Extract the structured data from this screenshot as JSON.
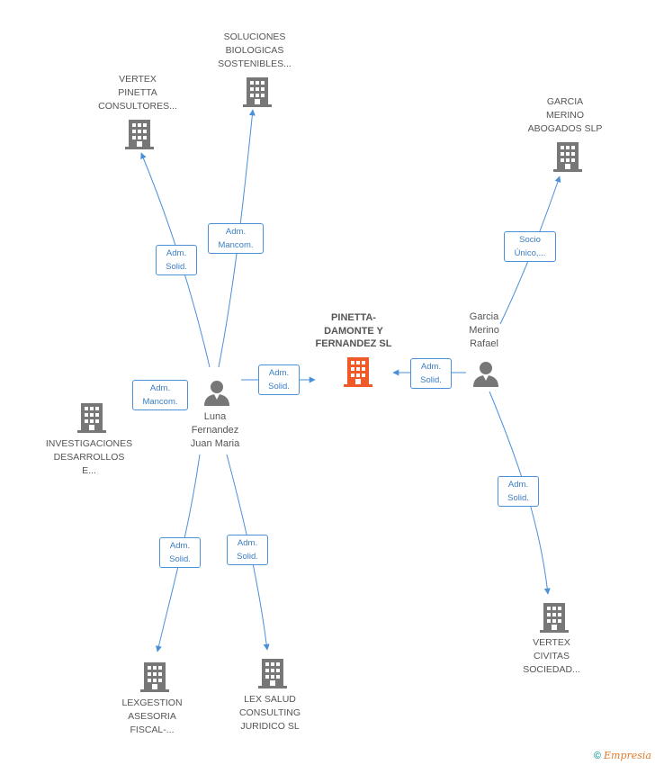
{
  "center": {
    "label": "PINETTA-\nDAMONTE Y\nFERNANDEZ SL",
    "color": "#f05a28"
  },
  "companies": {
    "soluciones": "SOLUCIONES\nBIOLOGICAS\nSOSTENIBLES...",
    "vertex_pinetta": "VERTEX\nPINETTA\nCONSULTORES...",
    "garcia_merino_abogados": "GARCIA\nMERINO\nABOGADOS SLP",
    "investigaciones": "INVESTIGACIONES\nDESARROLLOS\nE...",
    "lexgestion": "LEXGESTION\nASESORIA\nFISCAL-...",
    "lex_salud": "LEX SALUD\nCONSULTING\nJURIDICO SL",
    "vertex_civitas": "VERTEX\nCIVITAS\nSOCIEDAD..."
  },
  "persons": {
    "luna": "Luna\nFernandez\nJuan Maria",
    "garcia": "Garcia\nMerino\nRafael"
  },
  "edge_labels": {
    "luna_vertex_pinetta": "Adm.\nSolid.",
    "luna_soluciones": "Adm.\nMancom.",
    "luna_investigaciones": "Adm.\nMancom.",
    "luna_center": "Adm.\nSolid.",
    "luna_lexgestion": "Adm.\nSolid.",
    "luna_lex_salud": "Adm.\nSolid.",
    "garcia_center": "Adm.\nSolid.",
    "garcia_abogados": "Socio\nÚnico,...",
    "garcia_vertex_civitas": "Adm.\nSolid."
  },
  "colors": {
    "edge": "#4a90d9",
    "icon": "#777777",
    "center_icon": "#f05a28"
  },
  "footer": {
    "copyright": "©",
    "brand": "Empresia"
  }
}
